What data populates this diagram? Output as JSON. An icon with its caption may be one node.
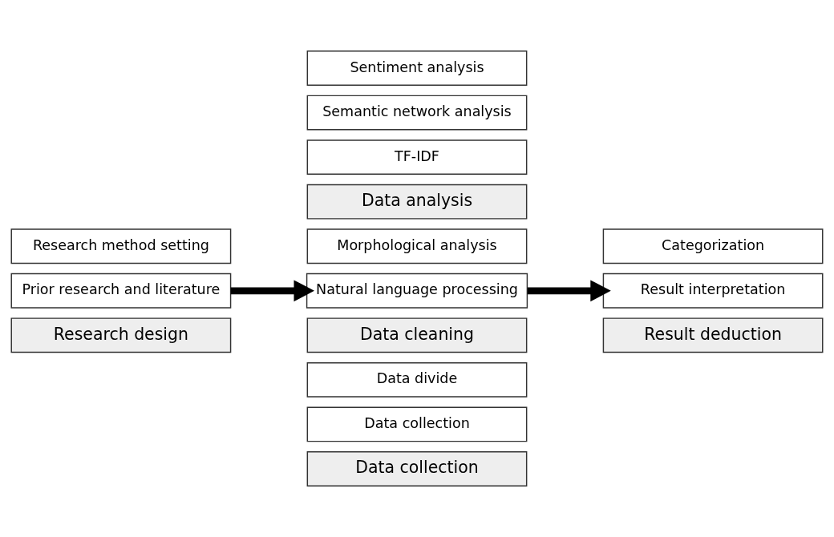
{
  "diagram": {
    "nodes": [
      {
        "text": [
          "Research design"
        ]
      },
      {
        "text": [
          "Prior research and literature"
        ]
      },
      {
        "text": [
          "Research method setting"
        ]
      },
      {
        "text": [
          "Data collection"
        ]
      },
      {
        "text": [
          "Data collection"
        ]
      },
      {
        "text": [
          "Data divide"
        ]
      },
      {
        "text": [
          "Data cleaning"
        ]
      },
      {
        "text": [
          "Natural language processing"
        ]
      },
      {
        "text": [
          "Morphological analysis"
        ]
      },
      {
        "text": [
          "Data analysis"
        ]
      },
      {
        "text": [
          "TF-IDF"
        ]
      },
      {
        "text": [
          "Semantic network analysis"
        ]
      },
      {
        "text": [
          "Sentiment analysis"
        ]
      },
      {
        "text": [
          "Result deduction"
        ]
      },
      {
        "text": [
          "Result interpretation"
        ]
      },
      {
        "text": [
          "Categorization"
        ]
      }
    ],
    "edges": [
      {
        "from": 1,
        "to": 7,
        "arrow": "to"
      },
      {
        "from": 7,
        "to": 14,
        "arrow": "to"
      }
    ]
  }
}
